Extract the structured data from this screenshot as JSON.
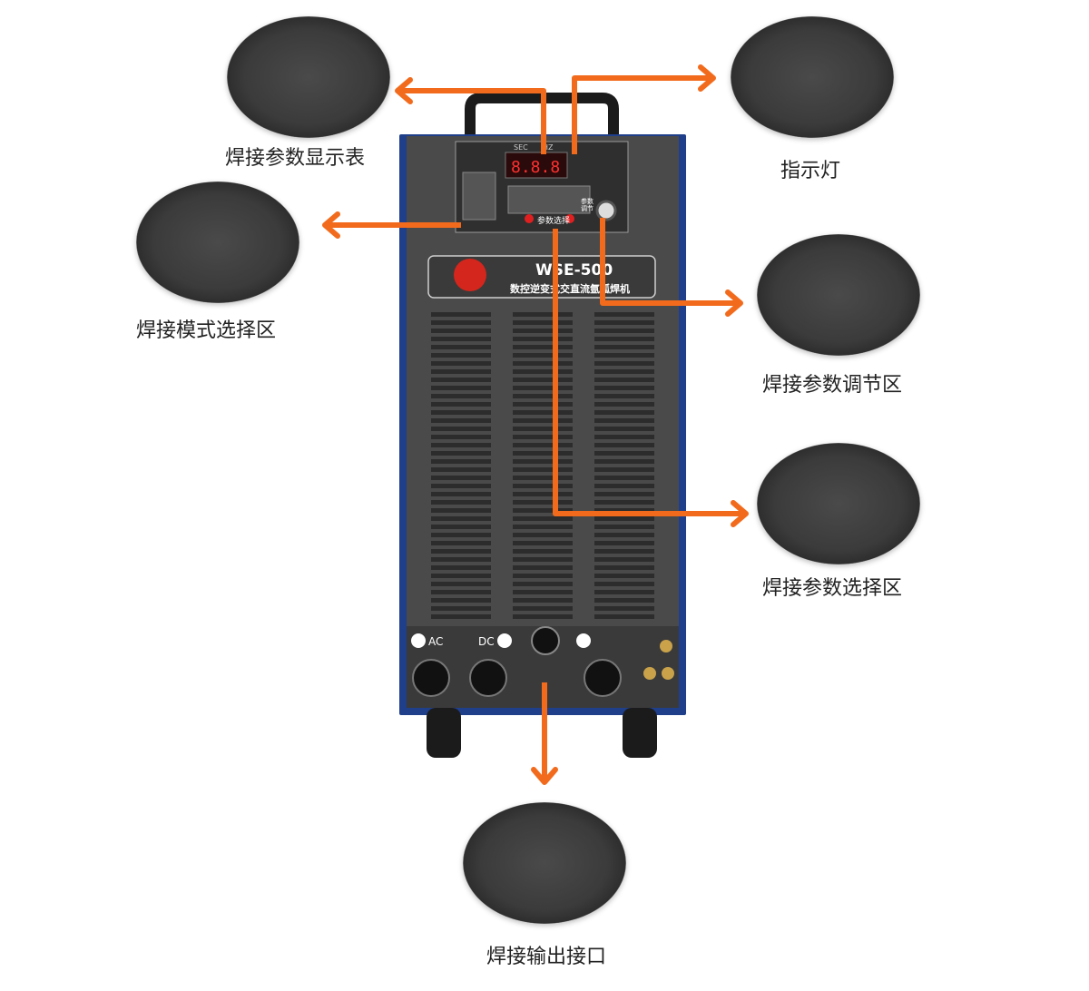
{
  "labels": {
    "display_meter": "焊接参数显示表",
    "indicator": "指示灯",
    "mode_select": "焊接模式选择区",
    "param_adjust": "焊接参数调节区",
    "param_select": "焊接参数选择区",
    "output_port": "焊接输出接口"
  },
  "machine": {
    "model": "WSE-500",
    "name": "数控逆变式交直流氩弧焊机",
    "ac_label": "AC",
    "dc_label": "DC",
    "param_select_label": "参数选择",
    "param_adjust_label": "参数调节",
    "sec_label": "SEC",
    "hz_label": "HZ"
  },
  "colors": {
    "accent": "#f26b1d",
    "body": "#4a4a4a",
    "frame": "#1f3f8a"
  }
}
